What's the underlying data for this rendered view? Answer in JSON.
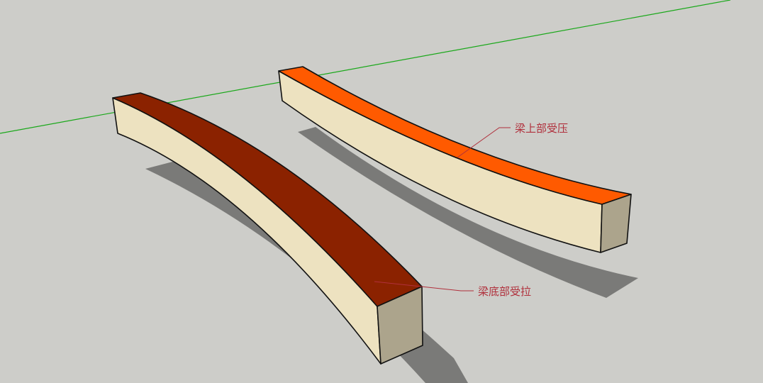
{
  "scene": {
    "background_color": "#cdcdc9",
    "axis_line_color": "#1aa81a",
    "shadow_color": "#7a7a78",
    "outline_color": "#111111",
    "annotation_color": "#b0303c"
  },
  "beams": [
    {
      "name": "compressed-top-beam",
      "top_face_color": "#ff5a00",
      "side_face_color": "#ede2c0",
      "end_face_color": "#aca48c",
      "annotation": {
        "text": "梁上部受压"
      }
    },
    {
      "name": "tensioned-bottom-beam",
      "top_face_color": "#8b2200",
      "side_face_color": "#ede2c0",
      "end_face_color": "#aca48c",
      "annotation": {
        "text": "梁底部受拉"
      }
    }
  ]
}
